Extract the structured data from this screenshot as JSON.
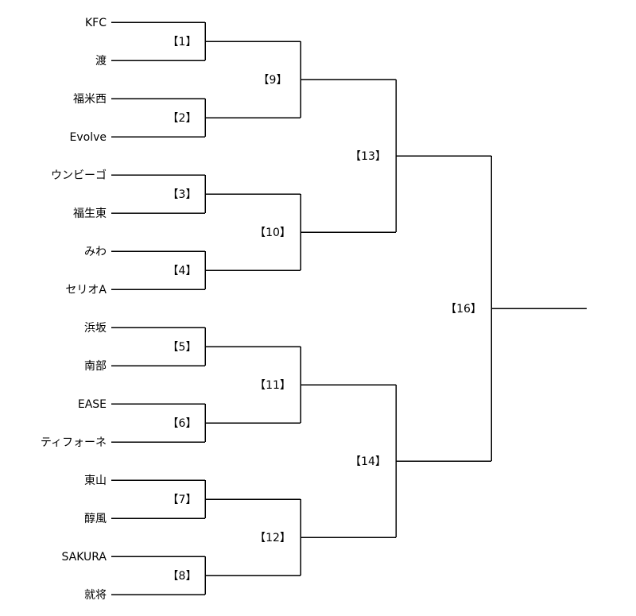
{
  "teams": [
    "KFC",
    "渡",
    "福米西",
    "Evolve",
    "ウンビーゴ",
    "福生東",
    "みわ",
    "セリオA",
    "浜坂",
    "南部",
    "EASE",
    "ティフォーネ",
    "東山",
    "醇風",
    "SAKURA",
    "就将"
  ],
  "matches": {
    "r1": [
      "【1】",
      "【2】",
      "【3】",
      "【4】",
      "【5】",
      "【6】",
      "【7】",
      "【8】"
    ],
    "r2": [
      "【9】",
      "【10】",
      "【11】",
      "【12】"
    ],
    "r3": [
      "【13】",
      "【14】"
    ],
    "final": "【16】"
  }
}
